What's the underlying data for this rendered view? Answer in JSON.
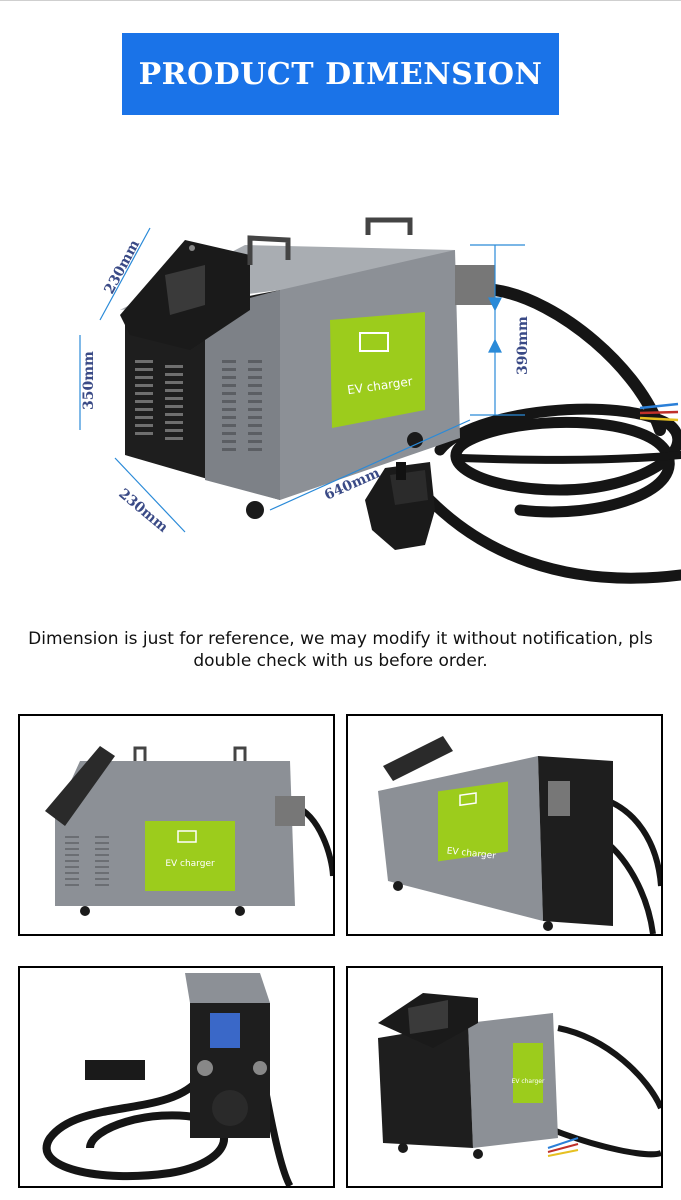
{
  "header": {
    "title": "PRODUCT DIMENSION"
  },
  "colors": {
    "banner": "#1a73e8",
    "dimension_lines": "#2a8ad8",
    "panel_green": "#9ccc1c",
    "body_gray": "#8c9096",
    "body_black": "#1e1e1e"
  },
  "hero": {
    "dimensions": {
      "top_depth": "230mm",
      "height": "350mm",
      "bottom_depth": "230mm",
      "length": "640mm",
      "total_height": "390mm"
    },
    "panel_label": "EV charger"
  },
  "note": {
    "line1": "Dimension is just for reference, we may modify it without notification, pls",
    "line2": "double check with us before order."
  },
  "gallery": [
    {
      "view": "side",
      "panel_label": "EV charger"
    },
    {
      "view": "rear-side",
      "panel_label": "EV charger"
    },
    {
      "view": "rear",
      "panel_label": ""
    },
    {
      "view": "front-side",
      "panel_label": "EV charger"
    }
  ]
}
